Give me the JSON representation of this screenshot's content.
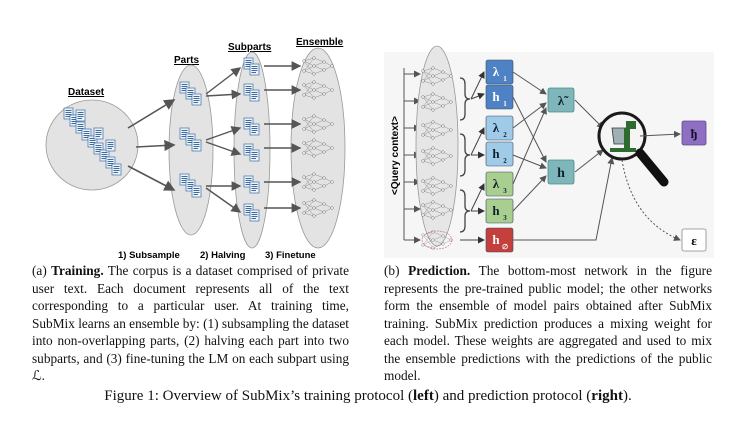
{
  "training": {
    "section_labels": {
      "dataset": "Dataset",
      "parts": "Parts",
      "subparts": "Subparts",
      "ensemble": "Ensemble"
    },
    "steps": [
      "1) Subsample",
      "2) Halving",
      "3) Finetune"
    ]
  },
  "prediction": {
    "query_context": "<Query context>",
    "blocks": [
      {
        "label": "λ",
        "sub": "1",
        "color": "#4f82c5"
      },
      {
        "label": "h",
        "sub": "1",
        "color": "#4f82c5"
      },
      {
        "label": "λ",
        "sub": "2",
        "color": "#9fcbe8"
      },
      {
        "label": "h",
        "sub": "2",
        "color": "#9fcbe8"
      },
      {
        "label": "λ",
        "sub": "3",
        "color": "#a8cf8f"
      },
      {
        "label": "h",
        "sub": "3",
        "color": "#a8cf8f"
      },
      {
        "label": "h",
        "sub": "∅",
        "color": "#c4403c"
      }
    ],
    "lambda_tilde": "λ̃",
    "h_combined": "h",
    "h_out": "ђ",
    "epsilon": "ε"
  },
  "captions": {
    "a_label": "(a)",
    "a_bold": "Training.",
    "a_body": "The corpus is a dataset comprised of private user text. Each document represents all of the text corresponding to a particular user. At training time, SubMix learns an ensemble by: (1) subsampling the dataset into non-overlapping parts, (2) halving each part into two subparts, and (3) fine-tuning the LM on each subpart using ℒ.",
    "b_label": "(b)",
    "b_bold": "Prediction.",
    "b_body": "The bottom-most network in the figure represents the pre-trained public model; the other networks form the ensemble of model pairs obtained after SubMix training. SubMix prediction produces a mixing weight for each model. These weights are aggregated and used to mix the ensemble predictions with the predictions of the public model."
  },
  "figure_caption": {
    "prefix": "Figure 1: Overview of SubMix’s training protocol (",
    "left": "left",
    "middle": ") and prediction protocol (",
    "right": "right",
    "suffix": ")."
  }
}
